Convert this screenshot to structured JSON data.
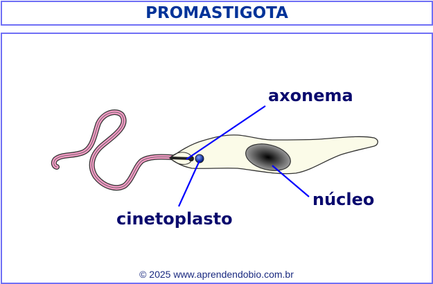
{
  "title": "PROMASTIGOTA",
  "labels": {
    "axonema": "axonema",
    "nucleo": "núcleo",
    "cinetoplasto": "cinetoplasto"
  },
  "footer": "© 2025 www.aprendendobio.com.br",
  "colors": {
    "title": "#003399",
    "label": "#0a0a6e",
    "pointer": "#0000ff",
    "flagellum": "#f29bc4",
    "body": "#fbfbe8",
    "border": "#6f6ff5"
  }
}
